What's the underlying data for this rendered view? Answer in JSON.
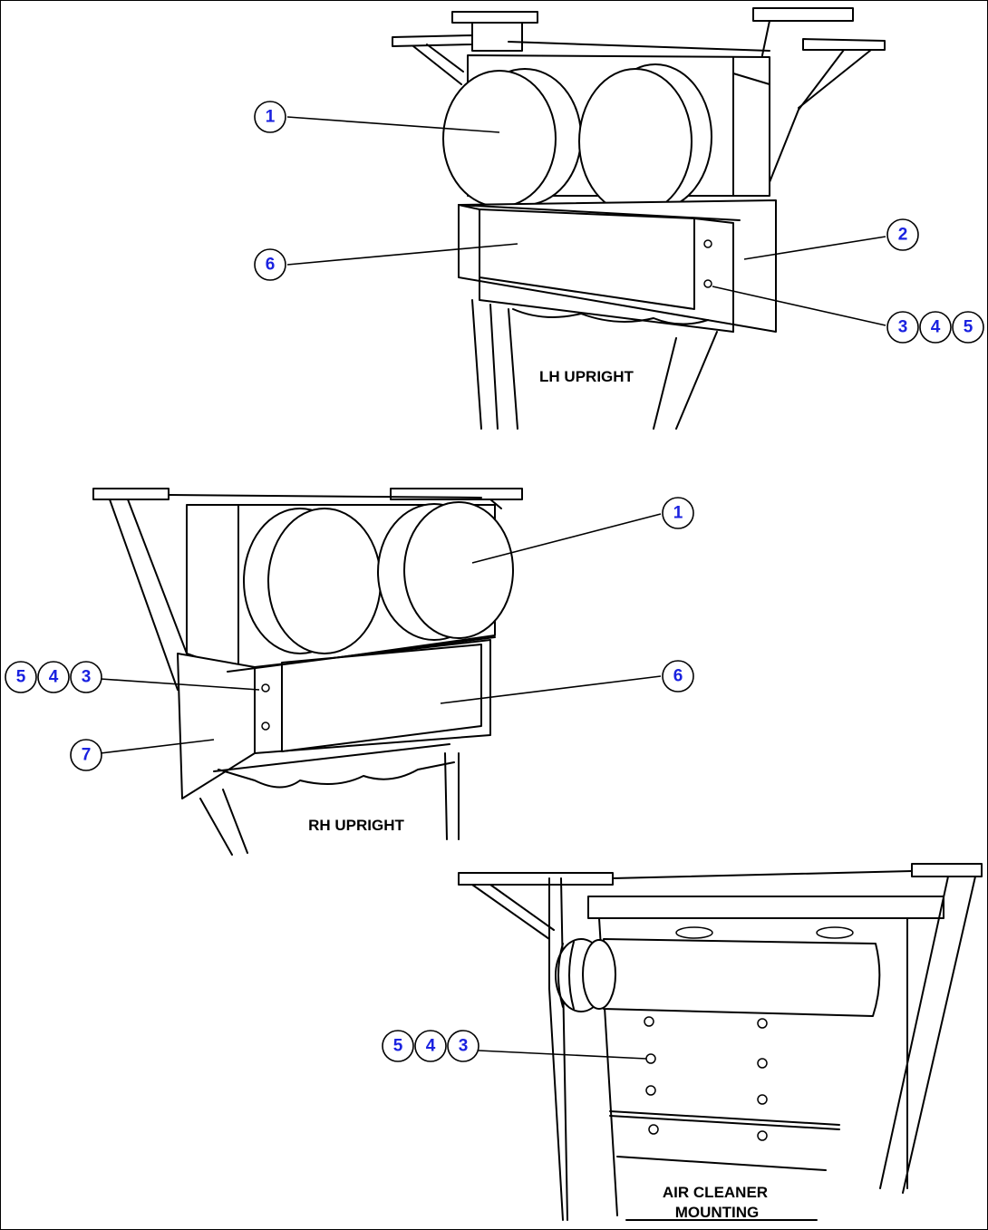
{
  "views": [
    {
      "caption": "LH UPRIGHT",
      "balloons": [
        "1",
        "6",
        "2",
        "3",
        "4",
        "5"
      ]
    },
    {
      "caption": "RH UPRIGHT",
      "balloons": [
        "1",
        "5",
        "4",
        "3",
        "6",
        "7"
      ]
    },
    {
      "caption_lines": [
        "AIR CLEANER",
        "MOUNTING"
      ],
      "balloons": [
        "5",
        "4",
        "3"
      ]
    }
  ]
}
